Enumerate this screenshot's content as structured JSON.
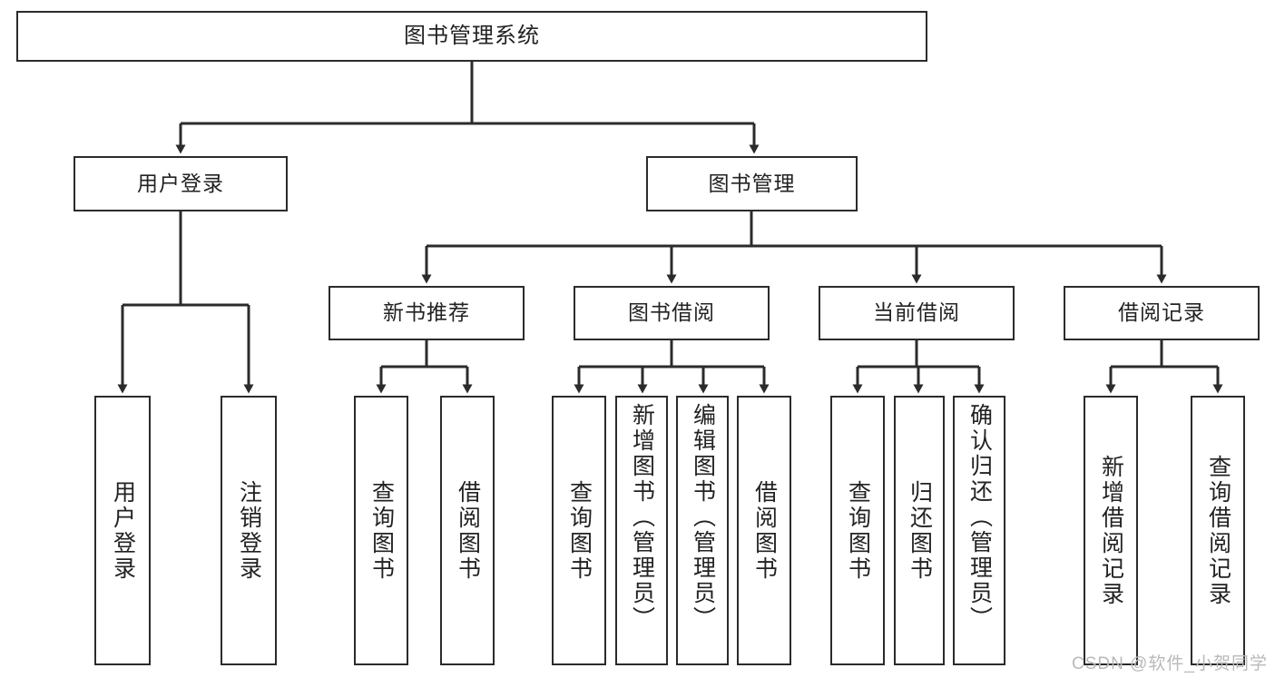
{
  "diagram": {
    "title": "图书管理系统",
    "type": "tree",
    "orientation": "top-down",
    "colors": {
      "box_border": "#2b2b2b",
      "box_fill": "#ffffff",
      "edge": "#2b2b2b",
      "text": "#222222",
      "watermark": "#b9b9b9"
    },
    "root": {
      "label": "图书管理系统"
    },
    "level1": [
      {
        "id": "user-login",
        "label": "用户登录"
      },
      {
        "id": "book-management",
        "label": "图书管理"
      }
    ],
    "level2": [
      {
        "id": "new-book-recommend",
        "label": "新书推荐",
        "parent": "book-management"
      },
      {
        "id": "book-borrow",
        "label": "图书借阅",
        "parent": "book-management"
      },
      {
        "id": "current-borrow",
        "label": "当前借阅",
        "parent": "book-management"
      },
      {
        "id": "borrow-record",
        "label": "借阅记录",
        "parent": "book-management"
      }
    ],
    "leaves": {
      "user-login": [
        {
          "id": "leaf-user-login",
          "label": "用户登录"
        },
        {
          "id": "leaf-logout",
          "label": "注销登录"
        }
      ],
      "new-book-recommend": [
        {
          "id": "leaf-query-book-1",
          "label": "查询图书"
        },
        {
          "id": "leaf-borrow-book-1",
          "label": "借阅图书"
        }
      ],
      "book-borrow": [
        {
          "id": "leaf-query-book-2",
          "label": "查询图书"
        },
        {
          "id": "leaf-add-book",
          "label": "新增图书（管理员）"
        },
        {
          "id": "leaf-edit-book",
          "label": "编辑图书（管理员）"
        },
        {
          "id": "leaf-borrow-book-2",
          "label": "借阅图书"
        }
      ],
      "current-borrow": [
        {
          "id": "leaf-query-book-3",
          "label": "查询图书"
        },
        {
          "id": "leaf-return-book",
          "label": "归还图书"
        },
        {
          "id": "leaf-confirm-return",
          "label": "确认归还（管理员）"
        }
      ],
      "borrow-record": [
        {
          "id": "leaf-add-record",
          "label": "新增借阅记录"
        },
        {
          "id": "leaf-query-record",
          "label": "查询借阅记录"
        }
      ]
    }
  },
  "watermark": {
    "text": "CSDN @软件_小贺同学"
  }
}
